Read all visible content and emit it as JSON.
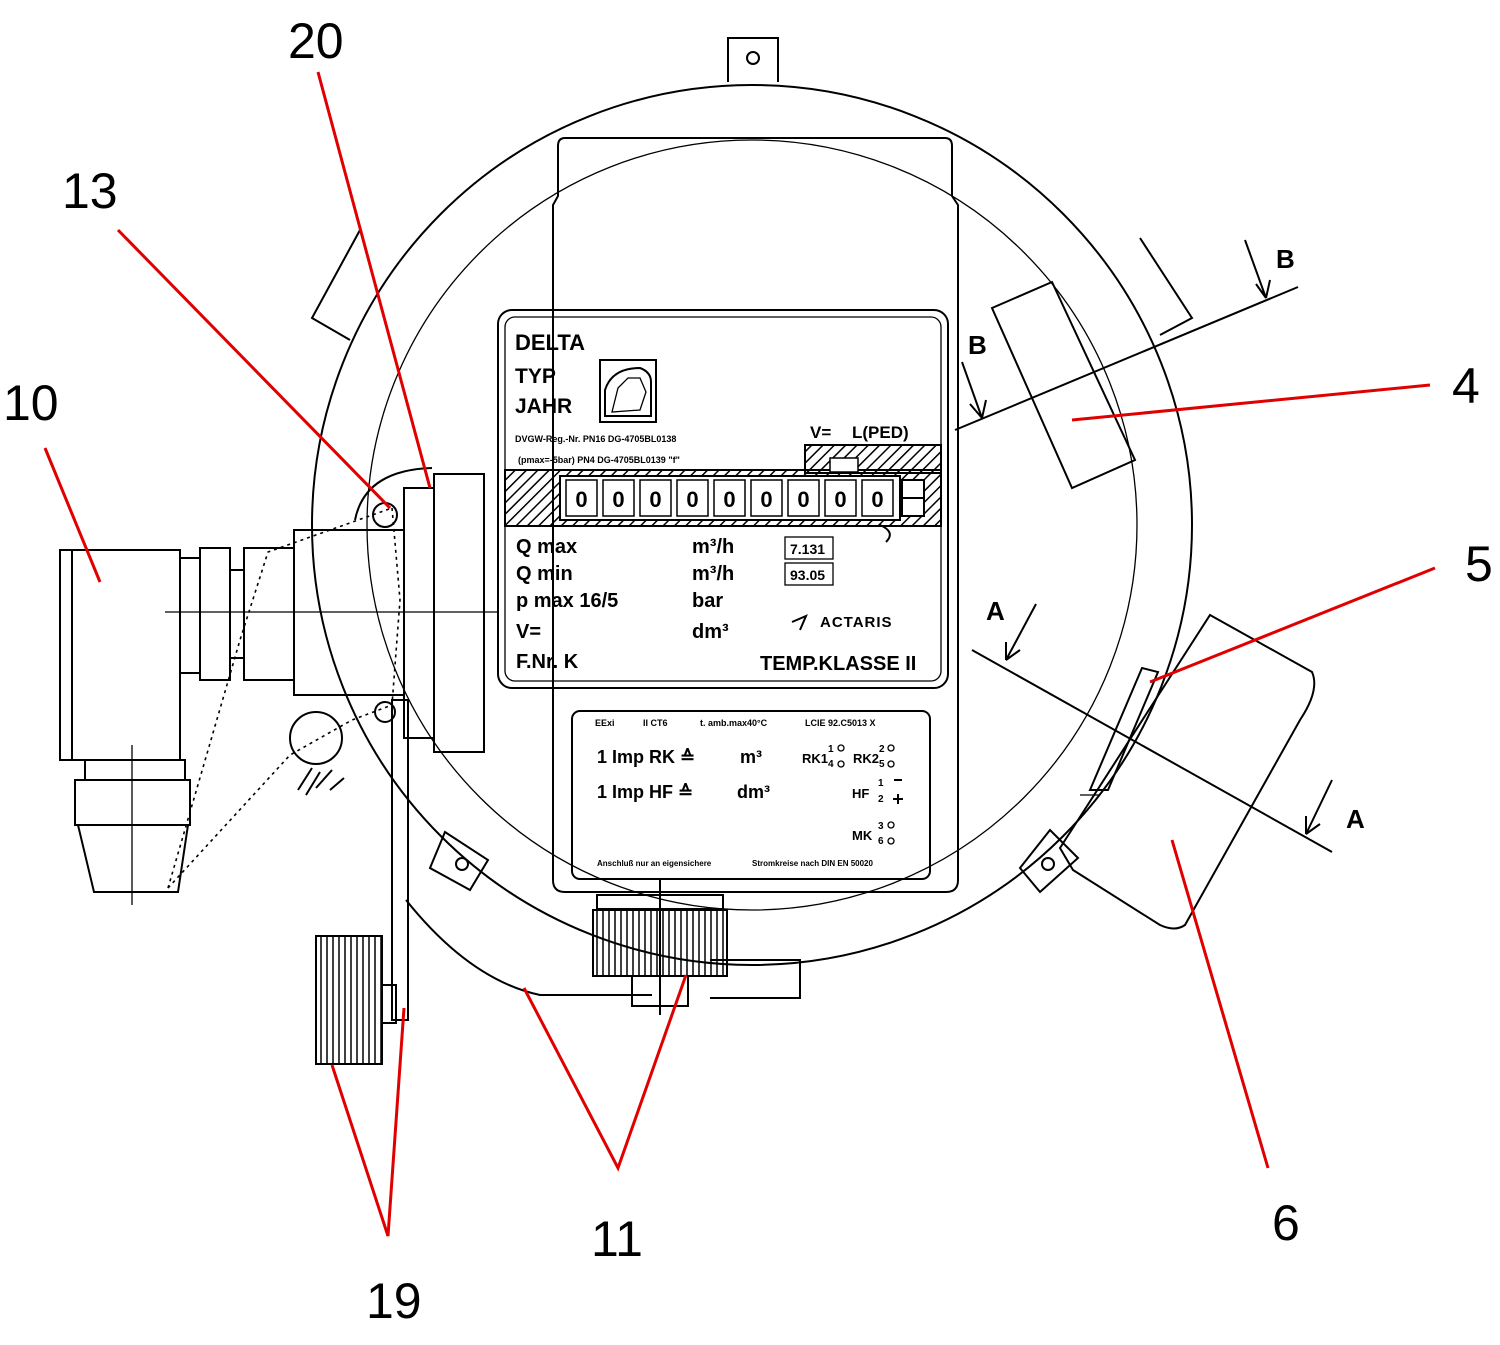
{
  "colors": {
    "leader": "#e00000",
    "ink": "#000000",
    "background": "#ffffff"
  },
  "reference_numerals": {
    "n20": "20",
    "n13": "13",
    "n10": "10",
    "n4": "4",
    "n5": "5",
    "n6": "6",
    "n11": "11",
    "n19": "19"
  },
  "section_marks": {
    "b_top": "B",
    "b_left": "B",
    "a_left": "A",
    "a_right": "A"
  },
  "nameplate": {
    "brand": "DELTA",
    "typ": "TYP",
    "jahr": "JAHR",
    "reg_line1": "DVGW-Reg.-Nr. PN16 DG-4705BL0138",
    "reg_line2": "(pmax=-5bar) PN4 DG-4705BL0139 \"f\"",
    "v_label": "V=",
    "l_ped": "L(PED)",
    "counter_digit": "0",
    "qmax_label": "Q max",
    "qmin_label": "Q min",
    "pmax_label": "p max 16/5",
    "v_eq_label": "V=",
    "fnr_label": "F.Nr. K",
    "qmax_unit": "m³/h",
    "qmin_unit": "m³/h",
    "pmax_unit": "bar",
    "v_unit": "dm³",
    "qmax_value": "7.131",
    "qmin_value": "93.05",
    "maker": "ACTARIS",
    "temp_class": "TEMP.KLASSE II"
  },
  "pulse_plate": {
    "eexi": "EExi",
    "ct6": "II CT6",
    "tamb": "t. amb.max40°C",
    "lcie": "LCIE 92.C5013 X",
    "rk_label": "1 Imp RK ≙",
    "rk_unit": "m³",
    "hf_label": "1 Imp HF ≙",
    "hf_unit": "dm³",
    "rk1": "RK1",
    "rk1_pins_top": "1",
    "rk1_pins_bottom": "4",
    "rk2": "RK2",
    "rk2_pins_top": "2",
    "rk2_pins_bottom": "5",
    "hf": "HF",
    "hf_pins_top": "1",
    "hf_pins_bottom": "2",
    "mk": "MK",
    "mk_pins_top": "3",
    "mk_pins_bottom": "6",
    "footer_left": "Anschluß nur an eigensichere",
    "footer_right": "Stromkreise nach DIN EN 50020"
  }
}
